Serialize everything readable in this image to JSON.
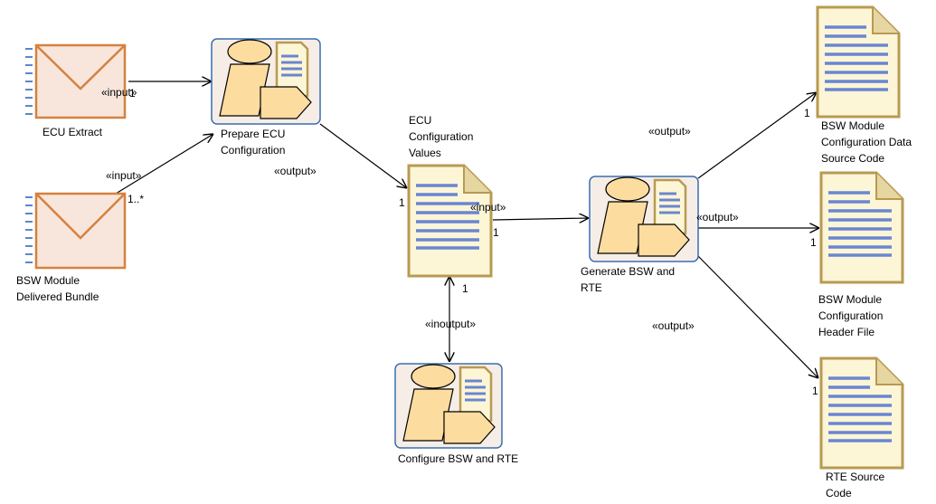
{
  "diagram": {
    "nodes": {
      "ecu_extract": {
        "label": "ECU Extract",
        "kind": "envelope"
      },
      "bsw_bundle": {
        "label": "BSW Module\nDelivered Bundle",
        "kind": "envelope"
      },
      "prepare": {
        "label": "Prepare ECU\nConfiguration",
        "kind": "task"
      },
      "ecu_values": {
        "label": "ECU\nConfiguration\nValues",
        "kind": "document"
      },
      "configure": {
        "label": "Configure BSW and RTE",
        "kind": "task"
      },
      "generate": {
        "label": "Generate BSW and\nRTE",
        "kind": "task"
      },
      "data_source": {
        "label": "BSW Module\nConfiguration Data\nSource Code",
        "kind": "document"
      },
      "header_file": {
        "label": "BSW Module\nConfiguration\nHeader File",
        "kind": "document"
      },
      "rte_source": {
        "label": "RTE Source\nCode",
        "kind": "document"
      }
    },
    "edges": {
      "e1": {
        "stereotype": "«input»",
        "multiplicity": "1"
      },
      "e2": {
        "stereotype": "«input»",
        "multiplicity": "1..*"
      },
      "e3": {
        "stereotype": "«output»",
        "multiplicity": "1"
      },
      "e4": {
        "stereotype": "«input»",
        "multiplicity": "1"
      },
      "e5": {
        "stereotype": "«inoutput»",
        "multiplicity": "1"
      },
      "e6": {
        "stereotype": "«output»",
        "multiplicity": "1"
      },
      "e7": {
        "stereotype": "«output»",
        "multiplicity": "1"
      },
      "e8": {
        "stereotype": "«output»",
        "multiplicity": "1"
      }
    },
    "colors": {
      "envelope_fill": "#f8e6dc",
      "envelope_stroke": "#d6813e",
      "envelope_ticks": "#5b87c8",
      "task_bg": "#f6eee6",
      "task_border": "#3a6db0",
      "figure_fill": "#fddca0",
      "figure_stroke": "#000000",
      "doc_fill": "#fdf6d6",
      "doc_stroke": "#b89a52",
      "doc_lines": "#6a86d2"
    }
  }
}
